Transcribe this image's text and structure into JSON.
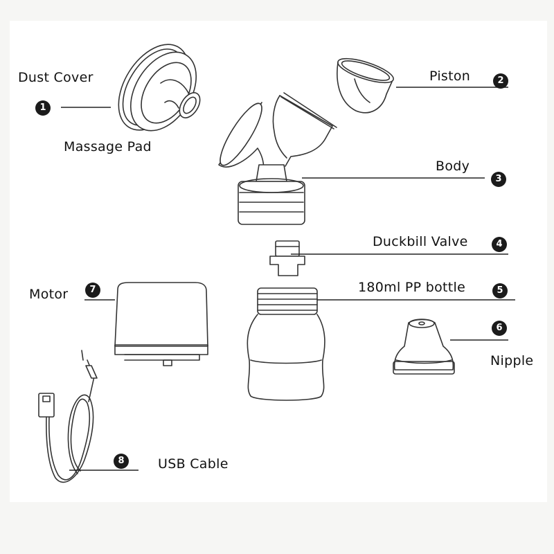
{
  "parts": [
    {
      "id": "dust-cover",
      "label": "Dust Cover",
      "number": "1"
    },
    {
      "id": "massage-pad",
      "label": "Massage Pad",
      "number": ""
    },
    {
      "id": "piston",
      "label": "Piston",
      "number": "2"
    },
    {
      "id": "body",
      "label": "Body",
      "number": "3"
    },
    {
      "id": "duckbill-valve",
      "label": "Duckbill Valve",
      "number": "4"
    },
    {
      "id": "bottle",
      "label": "180ml PP bottle",
      "number": "5"
    },
    {
      "id": "nipple",
      "label": "Nipple",
      "number": "6"
    },
    {
      "id": "motor",
      "label": "Motor",
      "number": "7"
    },
    {
      "id": "usb-cable",
      "label": "USB Cable",
      "number": "8"
    }
  ],
  "colors": {
    "background": "#f6f6f4",
    "panel": "#ffffff",
    "line": "#222222",
    "badge": "#1b1b1b"
  }
}
